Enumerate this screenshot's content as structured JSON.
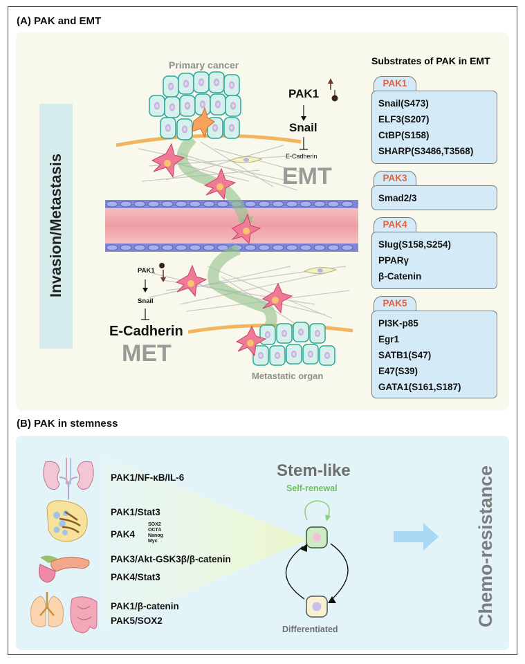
{
  "panel_a": {
    "title": "(A) PAK and EMT",
    "side_label": "Invasion/Metastasis",
    "primary_label": "Primary cancer",
    "metastatic_label": "Metastatic organ",
    "emt": {
      "pak": "PAK1",
      "snail": "Snail",
      "cadherin": "E-Cadherin",
      "process": "EMT"
    },
    "met": {
      "pak": "PAK1",
      "snail": "Snail",
      "cadherin": "E-Cadherin",
      "process": "MET"
    },
    "substrates_title": "Substrates of PAK in EMT",
    "substrates": [
      {
        "pak": "PAK1",
        "items": [
          "Snail(S473)",
          "ELF3(S207)",
          "CtBP(S158)",
          "SHARP(S3486,T3568)"
        ]
      },
      {
        "pak": "PAK3",
        "items": [
          "Smad2/3"
        ]
      },
      {
        "pak": "PAK4",
        "items": [
          "Slug(S158,S254)",
          "PPARγ",
          "β-Catenin"
        ]
      },
      {
        "pak": "PAK5",
        "items": [
          "PI3K-p85",
          "Egr1",
          "SATB1(S47)",
          "E47(S39)",
          "GATA1(S161,S187)"
        ]
      }
    ]
  },
  "panel_b": {
    "title": "(B) PAK in stemness",
    "pathways": [
      "PAK1/NF-κB/IL-6",
      "PAK1/Stat3",
      "PAK4",
      "PAK3/Akt-GSK3β/β-catenin",
      "PAK4/Stat3",
      "PAK1/β-catenin",
      "PAK5/SOX2"
    ],
    "pak4_targets": [
      "SOX2",
      "OCT4",
      "Nanog",
      "Myc"
    ],
    "stem_like": "Stem-like",
    "self_renewal": "Self-renewal",
    "differentiated": "Differentiated",
    "outcome": "Chemo-resistance"
  },
  "colors": {
    "pak_label": "#e0623f",
    "substrate_box": "#d4eaf6",
    "panel_a_bg": "#f9f8ec",
    "panel_b_bg": "#e3f4f9",
    "self_renewal": "#6bbf59"
  }
}
